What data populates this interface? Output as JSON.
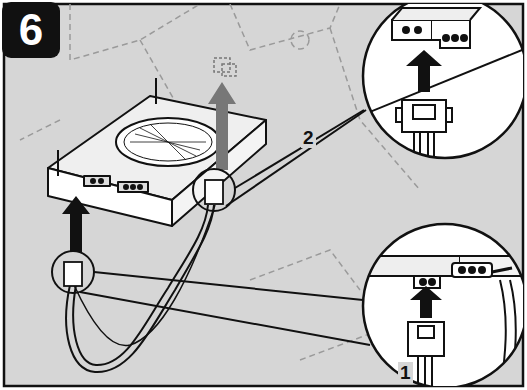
{
  "diagram": {
    "nodes": [
      {
        "text": [
          "6"
        ]
      }
    ],
    "labels": [
      "2",
      "1"
    ]
  }
}
